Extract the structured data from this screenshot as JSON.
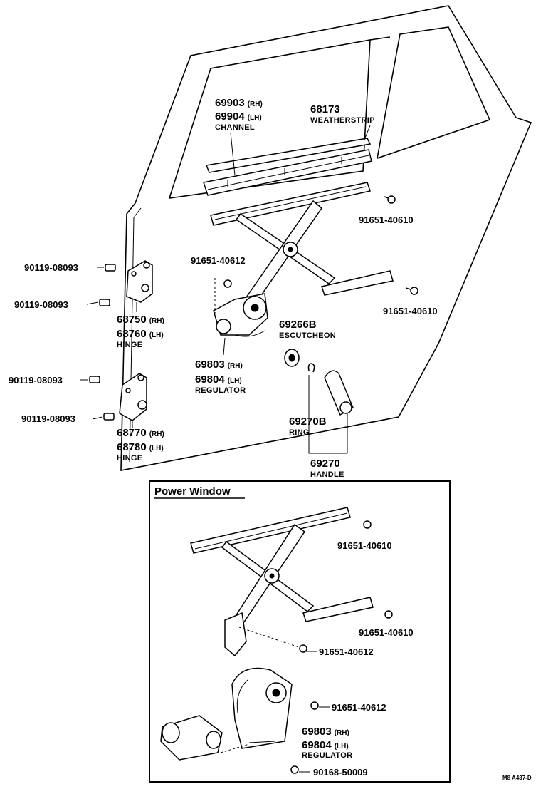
{
  "labels": {
    "channel_rh_no": "69903",
    "channel_rh_sfx": "(RH)",
    "channel_lh_no": "69904",
    "channel_lh_sfx": "(LH)",
    "channel_name": "CHANNEL",
    "weatherstrip_no": "68173",
    "weatherstrip_name": "WEATHERSTRIP",
    "bolt_a": "91651-40610",
    "bolt_b": "91651-40612",
    "bolt_c": "91651-40610",
    "screw_1": "90119-08093",
    "screw_2": "90119-08093",
    "screw_3": "90119-08093",
    "screw_4": "90119-08093",
    "hinge_up_rh_no": "68750",
    "hinge_up_rh_sfx": "(RH)",
    "hinge_up_lh_no": "68760",
    "hinge_up_lh_sfx": "(LH)",
    "hinge_up_name": "HINGE",
    "hinge_lo_rh_no": "68770",
    "hinge_lo_rh_sfx": "(RH)",
    "hinge_lo_lh_no": "68780",
    "hinge_lo_lh_sfx": "(LH)",
    "hinge_lo_name": "HINGE",
    "escutcheon_no": "69266B",
    "escutcheon_name": "ESCUTCHEON",
    "regulator_rh_no": "69803",
    "regulator_rh_sfx": "(RH)",
    "regulator_lh_no": "69804",
    "regulator_lh_sfx": "(LH)",
    "regulator_name": "REGULATOR",
    "ring_no": "69270B",
    "ring_name": "RING",
    "handle_no": "69270",
    "handle_name": "HANDLE"
  },
  "power_window": {
    "title": "Power Window",
    "bolt_1": "91651-40610",
    "bolt_2": "91651-40610",
    "bolt_3": "91651-40612",
    "bolt_4": "91651-40612",
    "regulator_rh_no": "69803",
    "regulator_rh_sfx": "(RH)",
    "regulator_lh_no": "69804",
    "regulator_lh_sfx": "(LH)",
    "regulator_name": "REGULATOR",
    "screw": "90168-50009"
  },
  "caption": "M8  A437-D"
}
